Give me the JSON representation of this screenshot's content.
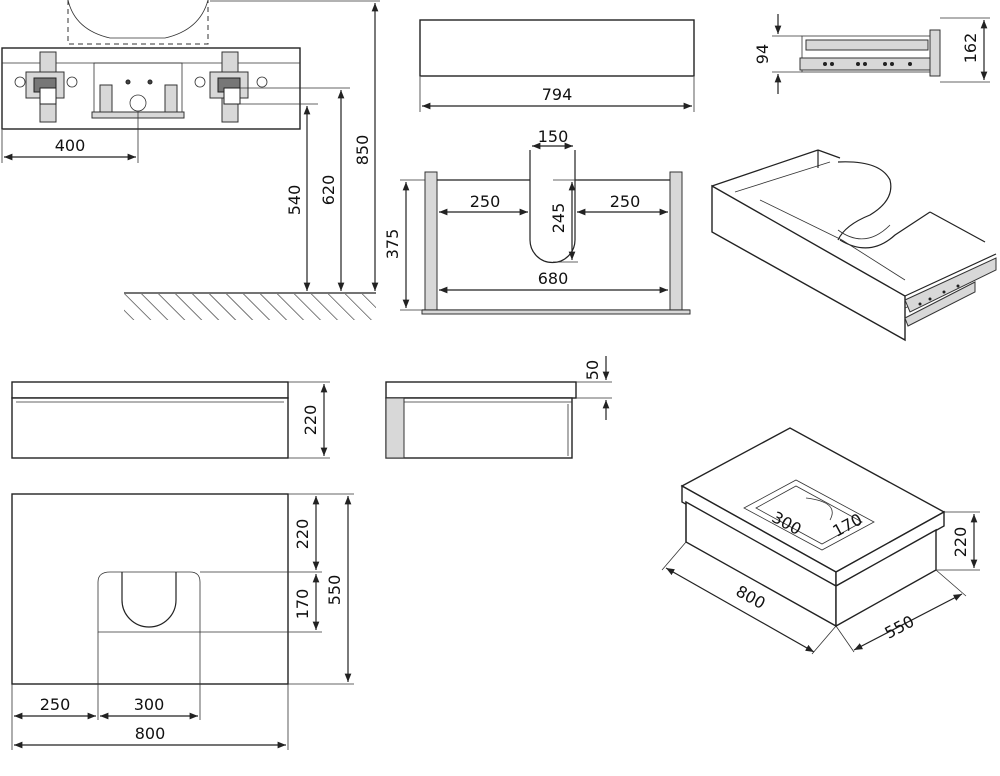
{
  "dimensions": {
    "front_mount": {
      "width_400": "400",
      "height_540": "540",
      "height_620": "620",
      "height_850": "850"
    },
    "top_strip": {
      "width_794": "794"
    },
    "drawer_top": {
      "w150": "150",
      "w250_left": "250",
      "w245": "245",
      "w250_right": "250",
      "w680": "680",
      "h375": "375"
    },
    "rail_side": {
      "h94": "94",
      "h162": "162"
    },
    "front_elev": {
      "h220": "220"
    },
    "side_elev": {
      "h50": "50"
    },
    "plan": {
      "h220": "220",
      "h170": "170",
      "h550": "550",
      "w250": "250",
      "w300": "300",
      "w800": "800"
    },
    "iso": {
      "w300": "300",
      "w170": "170",
      "h220": "220",
      "w800": "800",
      "w550": "550"
    }
  },
  "colors": {
    "line": "#222222",
    "fill": "#ffffff",
    "hardware": "#444444"
  }
}
